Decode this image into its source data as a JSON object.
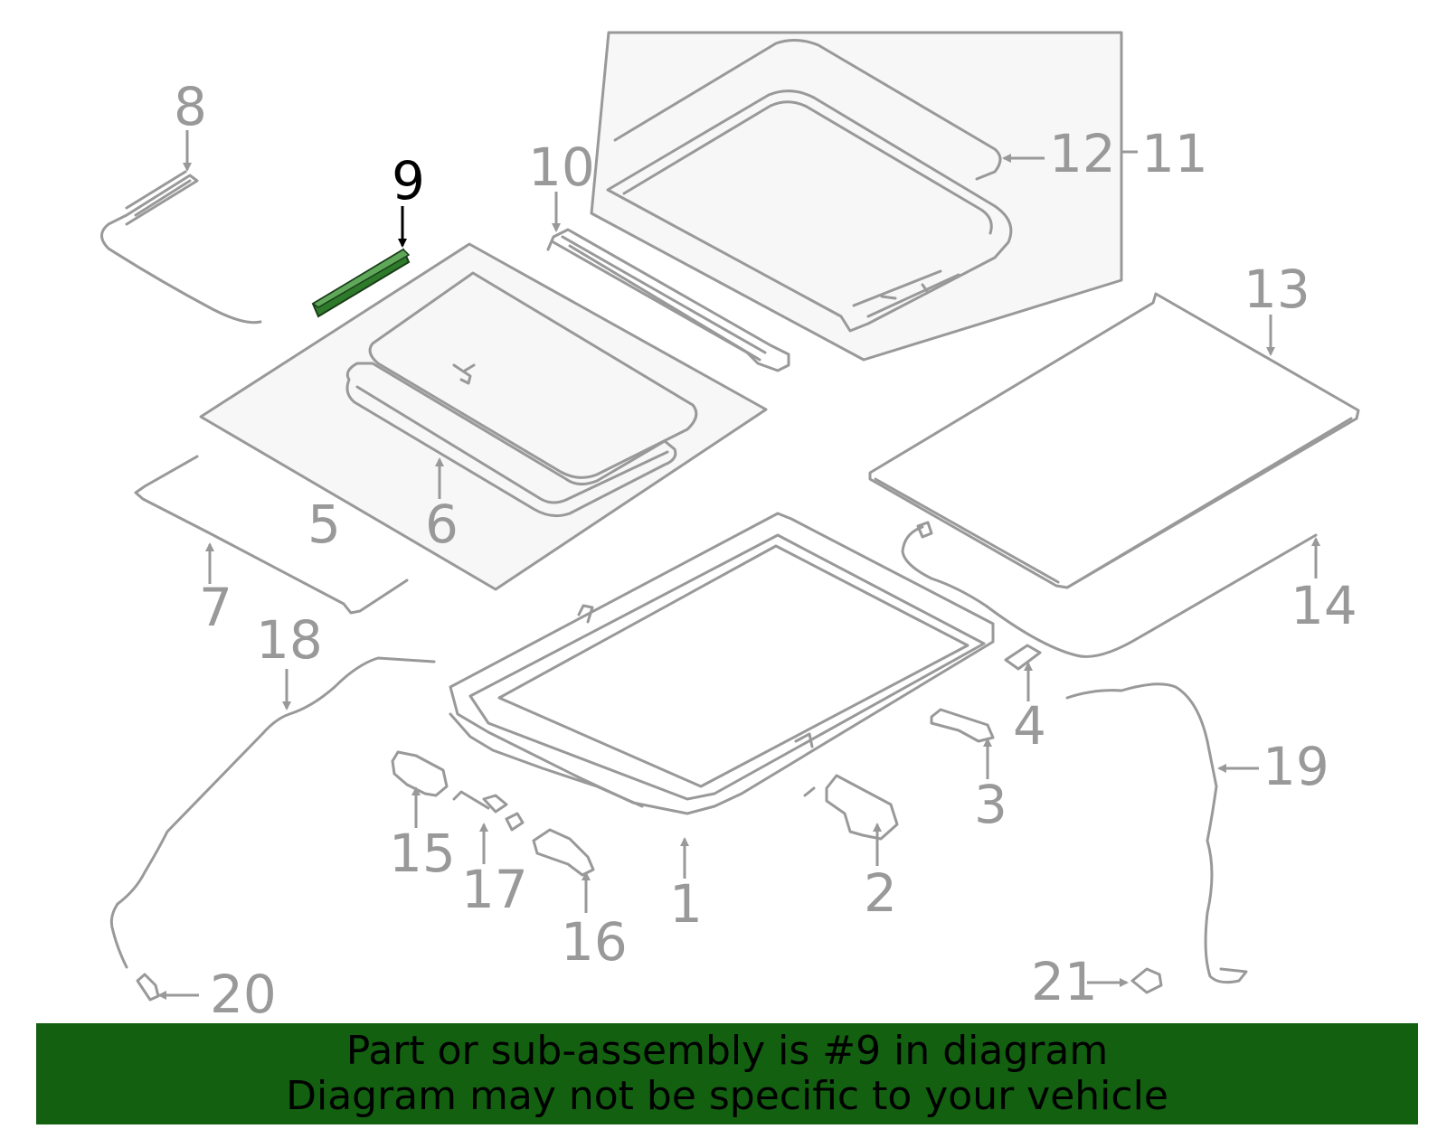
{
  "diagram": {
    "highlight_part": "9",
    "highlight_color": "#126010",
    "line_color": "#999999",
    "callouts": [
      "1",
      "2",
      "3",
      "4",
      "5",
      "6",
      "7",
      "8",
      "9",
      "10",
      "11",
      "12",
      "13",
      "14",
      "15",
      "16",
      "17",
      "18",
      "19",
      "20",
      "21"
    ]
  },
  "banner": {
    "line1": "Part or sub-assembly is #9 in diagram",
    "line2": "Diagram may not be specific to your vehicle",
    "background": "#126010"
  }
}
